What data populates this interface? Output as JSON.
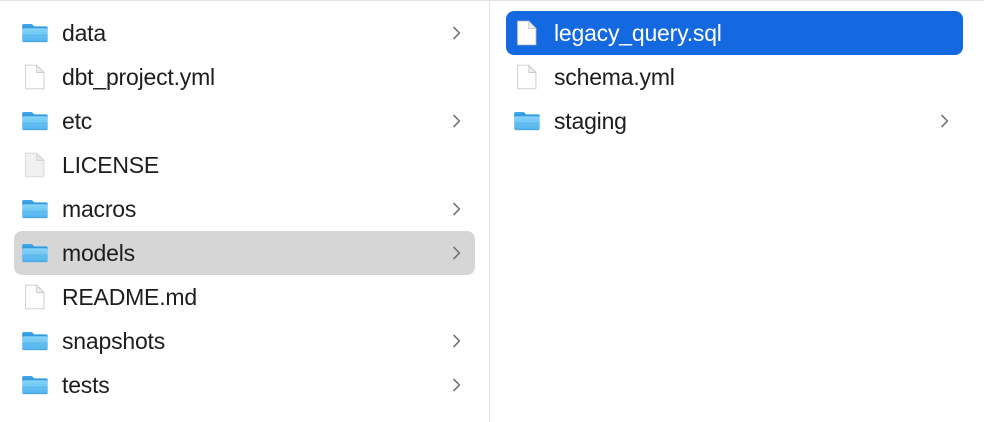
{
  "window": {
    "view_mode": "column",
    "accent_color": "#1569e0",
    "inactive_selection_color": "#d6d6d6",
    "folder_color": "#63bdf6",
    "text_color": "#1d1d1f",
    "selected_text_color": "#ffffff",
    "divider_color": "#dfe1e3"
  },
  "columns": [
    {
      "name": "parent-column",
      "items": [
        {
          "label": "data",
          "kind": "folder",
          "icon": "folder-icon",
          "has_chevron": true,
          "selected": false,
          "selection": "none"
        },
        {
          "label": "dbt_project.yml",
          "kind": "file",
          "icon": "document-icon",
          "has_chevron": false,
          "selected": false,
          "selection": "none"
        },
        {
          "label": "etc",
          "kind": "folder",
          "icon": "folder-icon",
          "has_chevron": true,
          "selected": false,
          "selection": "none"
        },
        {
          "label": "LICENSE",
          "kind": "file",
          "icon": "generic-document-icon",
          "has_chevron": false,
          "selected": false,
          "selection": "none"
        },
        {
          "label": "macros",
          "kind": "folder",
          "icon": "folder-icon",
          "has_chevron": true,
          "selected": false,
          "selection": "none"
        },
        {
          "label": "models",
          "kind": "folder",
          "icon": "folder-icon",
          "has_chevron": true,
          "selected": true,
          "selection": "inactive"
        },
        {
          "label": "README.md",
          "kind": "file",
          "icon": "document-icon",
          "has_chevron": false,
          "selected": false,
          "selection": "none"
        },
        {
          "label": "snapshots",
          "kind": "folder",
          "icon": "folder-icon",
          "has_chevron": true,
          "selected": false,
          "selection": "none"
        },
        {
          "label": "tests",
          "kind": "folder",
          "icon": "folder-icon",
          "has_chevron": true,
          "selected": false,
          "selection": "none"
        }
      ]
    },
    {
      "name": "models-column",
      "items": [
        {
          "label": "legacy_query.sql",
          "kind": "file",
          "icon": "document-icon",
          "has_chevron": false,
          "selected": true,
          "selection": "active"
        },
        {
          "label": "schema.yml",
          "kind": "file",
          "icon": "document-icon",
          "has_chevron": false,
          "selected": false,
          "selection": "none"
        },
        {
          "label": "staging",
          "kind": "folder",
          "icon": "folder-icon",
          "has_chevron": true,
          "selected": false,
          "selection": "none"
        }
      ]
    }
  ]
}
